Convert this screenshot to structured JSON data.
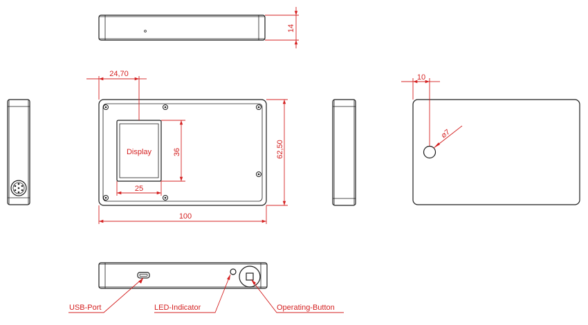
{
  "dimensions": {
    "thickness": "14",
    "display_offset": "24,70",
    "display_height": "36",
    "display_width": "25",
    "body_height": "62,50",
    "body_width": "100",
    "button_offset": "10",
    "button_diameter": "⌀7"
  },
  "labels": {
    "display": "Display",
    "usb_port": "USB-Port",
    "led_indicator": "LED-Indicator",
    "operating_button": "Operating-Button"
  },
  "colors": {
    "outline": "#1a1a1a",
    "dimension": "#d42020"
  }
}
